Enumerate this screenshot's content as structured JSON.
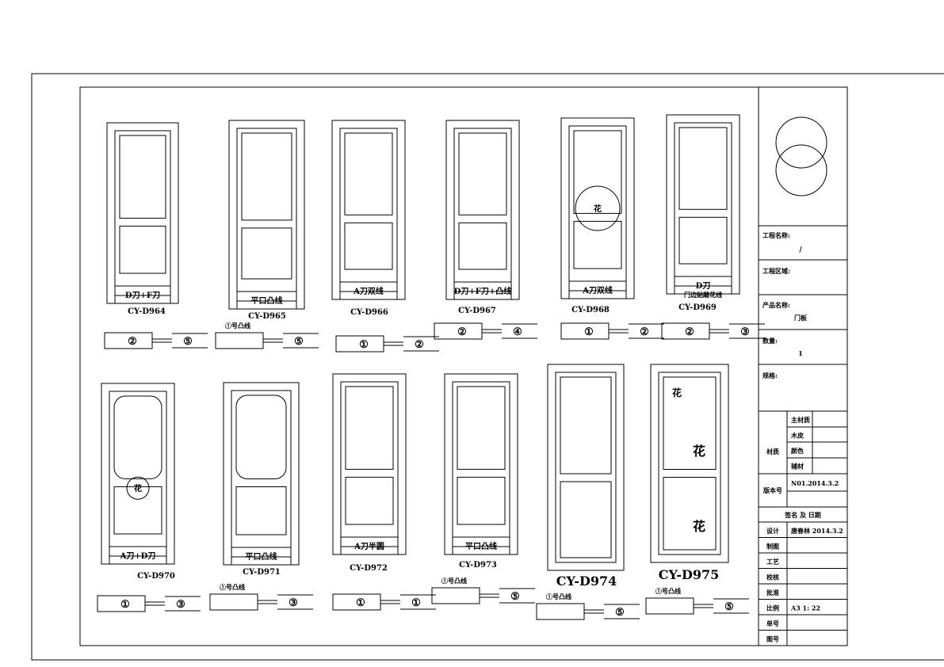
{
  "doors_top": [
    {
      "code": "CY-D964",
      "label": "D刀+F刀",
      "profile": [
        "②",
        "⑤"
      ],
      "note": ""
    },
    {
      "code": "CY-D965",
      "label": "平口凸线",
      "profile": [
        "",
        "⑤"
      ],
      "note": "①号凸线"
    },
    {
      "code": "CY-D966",
      "label": "A刀双线",
      "profile": [
        "①",
        "②"
      ],
      "note": ""
    },
    {
      "code": "CY-D967",
      "label": "D刀+F刀+凸线",
      "profile": [
        "②",
        "④"
      ],
      "note": ""
    },
    {
      "code": "CY-D968",
      "label": "A刀双线",
      "profile": [
        "①",
        "②"
      ],
      "note": "",
      "center": "花"
    },
    {
      "code": "CY-D969",
      "label": "D刀",
      "label2": "门边贴雕花线",
      "profile": [
        "②",
        "③"
      ],
      "note": ""
    }
  ],
  "doors_bottom": [
    {
      "code": "CY-D970",
      "label": "A刀+D刀",
      "profile": [
        "①",
        "③"
      ],
      "note": "",
      "center": "花"
    },
    {
      "code": "CY-D971",
      "label": "平口凸线",
      "profile": [
        "",
        "③"
      ],
      "note": "①号凸线"
    },
    {
      "code": "CY-D972",
      "label": "A刀半圆",
      "profile": [
        "①",
        "①"
      ],
      "note": ""
    },
    {
      "code": "CY-D973",
      "label": "平口凸线",
      "profile": [
        "",
        "⑤"
      ],
      "note": "①号凸线"
    },
    {
      "code": "CY-D974",
      "label": "",
      "profile": [
        "",
        "⑤"
      ],
      "note": "①号凸线"
    },
    {
      "code": "CY-D975",
      "label": "",
      "profile": [
        "",
        "⑤"
      ],
      "note": "①号凸线",
      "flowers": [
        "花",
        "花",
        "花"
      ]
    }
  ],
  "title_block": {
    "project_name_label": "工程名称:",
    "project_name": "/",
    "project_area_label": "工程区域:",
    "product_name_label": "产品名称:",
    "product_name": "门板",
    "quantity_label": "数量:",
    "quantity": "1",
    "spec_label": "规格:",
    "material_label": "材质",
    "materials": [
      "主材质",
      "木皮",
      "颜色",
      "辅材"
    ],
    "version_label": "版本号",
    "version": "N01.2014.3.2",
    "sign_date_label": "签名 及 日期",
    "rows": [
      {
        "label": "设计",
        "value": "唐春林 2014.3.2"
      },
      {
        "label": "制图",
        "value": ""
      },
      {
        "label": "工艺",
        "value": ""
      },
      {
        "label": "校核",
        "value": ""
      },
      {
        "label": "批准",
        "value": ""
      },
      {
        "label": "比例",
        "value": "A3 1: 22"
      },
      {
        "label": "单号",
        "value": ""
      },
      {
        "label": "图号",
        "value": ""
      }
    ]
  }
}
